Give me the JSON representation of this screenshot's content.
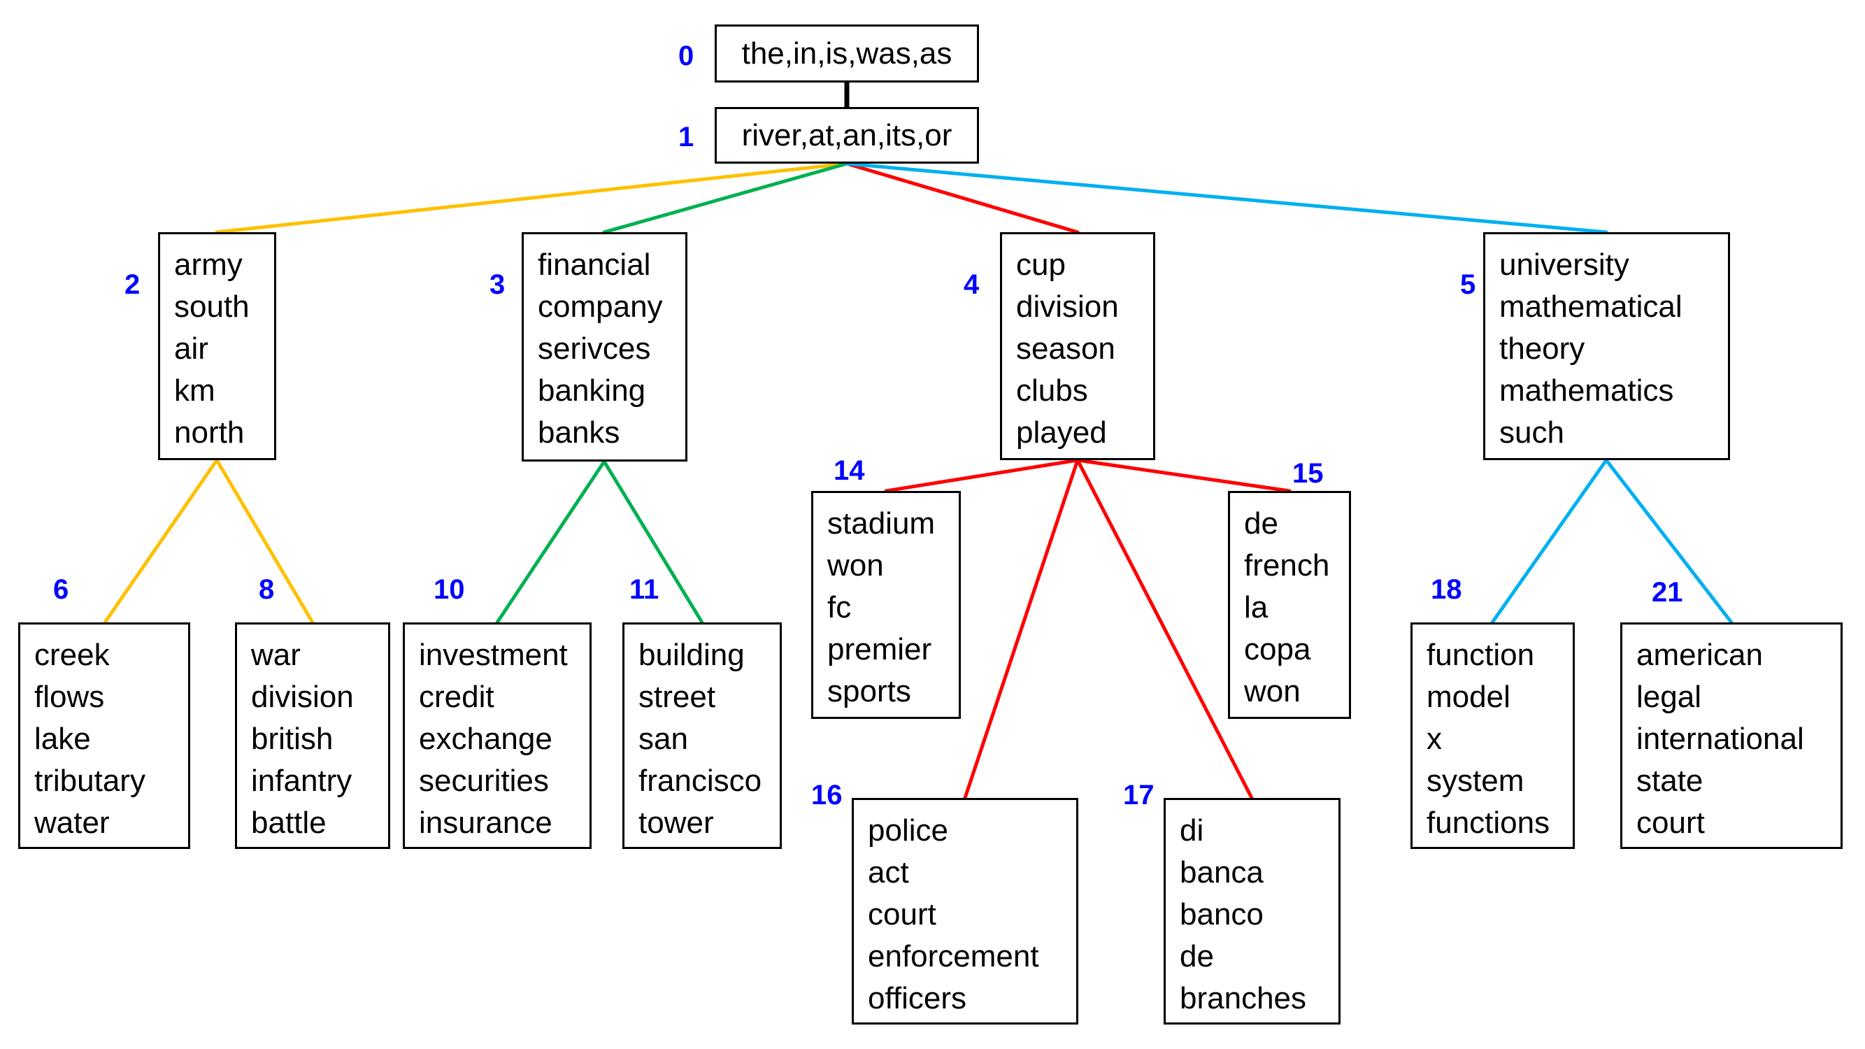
{
  "colors": {
    "trunk": "#000000",
    "id_label": "#0000ff",
    "branch_2": "#ffc000",
    "branch_3": "#00b050",
    "branch_4": "#ff0000",
    "branch_5": "#00b0f0"
  },
  "nodes": [
    {
      "id": "0",
      "words": [
        "the,in,is,was,as"
      ]
    },
    {
      "id": "1",
      "words": [
        "river,at,an,its,or"
      ]
    },
    {
      "id": "2",
      "words": [
        "army",
        "south",
        "air",
        "km",
        "north"
      ]
    },
    {
      "id": "3",
      "words": [
        "financial",
        "company",
        "serivces",
        "banking",
        "banks"
      ]
    },
    {
      "id": "4",
      "words": [
        "cup",
        "division",
        "season",
        "clubs",
        "played"
      ]
    },
    {
      "id": "5",
      "words": [
        "university",
        "mathematical",
        "theory",
        "mathematics",
        "such"
      ]
    },
    {
      "id": "6",
      "words": [
        "creek",
        "flows",
        "lake",
        "tributary",
        "water"
      ]
    },
    {
      "id": "8",
      "words": [
        "war",
        "division",
        "british",
        "infantry",
        "battle"
      ]
    },
    {
      "id": "10",
      "words": [
        "investment",
        "credit",
        "exchange",
        "securities",
        "insurance"
      ]
    },
    {
      "id": "11",
      "words": [
        "building",
        "street",
        "san",
        "francisco",
        "tower"
      ]
    },
    {
      "id": "14",
      "words": [
        "stadium",
        "won",
        "fc",
        "premier",
        "sports"
      ]
    },
    {
      "id": "15",
      "words": [
        "de",
        "french",
        "la",
        "copa",
        "won"
      ]
    },
    {
      "id": "16",
      "words": [
        "police",
        "act",
        "court",
        "enforcement",
        "officers"
      ]
    },
    {
      "id": "17",
      "words": [
        "di",
        "banca",
        "banco",
        "de",
        "branches"
      ]
    },
    {
      "id": "18",
      "words": [
        "function",
        "model",
        "x",
        "system",
        "functions"
      ]
    },
    {
      "id": "21",
      "words": [
        "american",
        "legal",
        "international",
        "state",
        "court"
      ]
    }
  ],
  "edges": [
    {
      "from": "0",
      "to": "1",
      "color": "#000000"
    },
    {
      "from": "1",
      "to": "2",
      "color": "#ffc000"
    },
    {
      "from": "1",
      "to": "3",
      "color": "#00b050"
    },
    {
      "from": "1",
      "to": "4",
      "color": "#ff0000"
    },
    {
      "from": "1",
      "to": "5",
      "color": "#00b0f0"
    },
    {
      "from": "2",
      "to": "6",
      "color": "#ffc000"
    },
    {
      "from": "2",
      "to": "8",
      "color": "#ffc000"
    },
    {
      "from": "3",
      "to": "10",
      "color": "#00b050"
    },
    {
      "from": "3",
      "to": "11",
      "color": "#00b050"
    },
    {
      "from": "4",
      "to": "14",
      "color": "#ff0000"
    },
    {
      "from": "4",
      "to": "15",
      "color": "#ff0000"
    },
    {
      "from": "4",
      "to": "16",
      "color": "#ff0000"
    },
    {
      "from": "4",
      "to": "17",
      "color": "#ff0000"
    },
    {
      "from": "5",
      "to": "18",
      "color": "#00b0f0"
    },
    {
      "from": "5",
      "to": "21",
      "color": "#00b0f0"
    }
  ]
}
